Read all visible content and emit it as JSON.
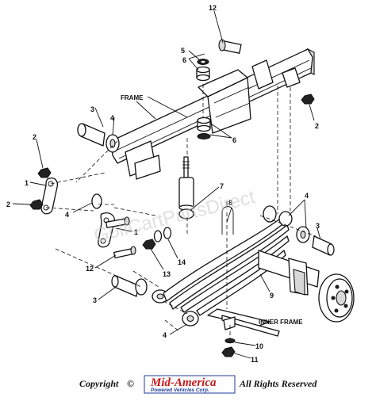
{
  "labels": {
    "frame": "FRAME",
    "inner_frame": "INNER FRAME"
  },
  "callouts": {
    "c12_top": "12",
    "c5": "5",
    "c6_top": "6",
    "c6_mid": "6",
    "c3_left": "3",
    "c4_left": "4",
    "c2_left_top": "2",
    "c2_right": "2",
    "c1": "1",
    "c2_left_mid": "2",
    "c7": "7",
    "c4_mid": "4",
    "c1_mid": "1",
    "c12_mid": "12",
    "c8": "8",
    "c4_right": "4",
    "c3_right": "3",
    "c14": "14",
    "c13": "13",
    "c3_bottom": "3",
    "c9": "9",
    "c4_bottom": "4",
    "c10": "10",
    "c11": "11"
  },
  "watermark": "GolfCartPartsDirect",
  "footer": {
    "copyright": "Copyright",
    "symbol": "©",
    "brand": "Mid-America",
    "brand_sub": "Powered Vehicles Corp.",
    "rights": "All Rights Reserved"
  }
}
